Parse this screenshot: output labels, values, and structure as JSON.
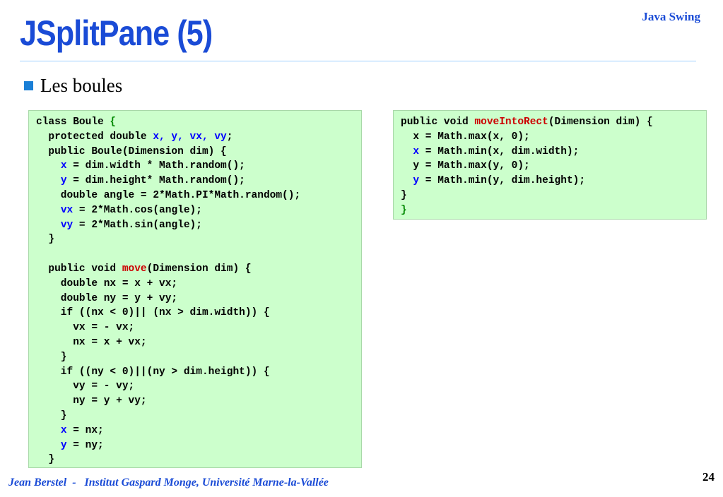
{
  "header": {
    "title": "JSplitPane (5)",
    "course": "Java Swing"
  },
  "bullet": {
    "text": "Les boules"
  },
  "code_left": [
    [
      {
        "t": "class Boule ",
        "c": "plain"
      },
      {
        "t": "{",
        "c": "kw-green"
      }
    ],
    [
      {
        "t": "  protected double ",
        "c": "plain"
      },
      {
        "t": "x, y, vx, vy",
        "c": "kw-blue"
      },
      {
        "t": ";",
        "c": "plain"
      }
    ],
    [
      {
        "t": "  public Boule(Dimension dim) {",
        "c": "plain"
      }
    ],
    [
      {
        "t": "    ",
        "c": "plain"
      },
      {
        "t": "x",
        "c": "kw-blue"
      },
      {
        "t": " = dim.width * Math.random();",
        "c": "plain"
      }
    ],
    [
      {
        "t": "    ",
        "c": "plain"
      },
      {
        "t": "y",
        "c": "kw-blue"
      },
      {
        "t": " = dim.height* Math.random();",
        "c": "plain"
      }
    ],
    [
      {
        "t": "    double angle = 2*Math.PI*Math.random();",
        "c": "plain"
      }
    ],
    [
      {
        "t": "    ",
        "c": "plain"
      },
      {
        "t": "vx",
        "c": "kw-blue"
      },
      {
        "t": " = 2*Math.cos(angle);",
        "c": "plain"
      }
    ],
    [
      {
        "t": "    ",
        "c": "plain"
      },
      {
        "t": "vy",
        "c": "kw-blue"
      },
      {
        "t": " = 2*Math.sin(angle);",
        "c": "plain"
      }
    ],
    [
      {
        "t": "  }",
        "c": "plain"
      }
    ],
    [
      {
        "t": "",
        "c": "plain"
      }
    ],
    [
      {
        "t": "  public void ",
        "c": "plain"
      },
      {
        "t": "move",
        "c": "kw-red"
      },
      {
        "t": "(Dimension dim) {",
        "c": "plain"
      }
    ],
    [
      {
        "t": "    double nx = x + vx;",
        "c": "plain"
      }
    ],
    [
      {
        "t": "    double ny = y + vy;",
        "c": "plain"
      }
    ],
    [
      {
        "t": "    if ((nx < 0)|| (nx > dim.width)) {",
        "c": "plain"
      }
    ],
    [
      {
        "t": "      vx = - vx;",
        "c": "plain"
      }
    ],
    [
      {
        "t": "      nx = x + vx;",
        "c": "plain"
      }
    ],
    [
      {
        "t": "    }",
        "c": "plain"
      }
    ],
    [
      {
        "t": "    if ((ny < 0)||(ny > dim.height)) {",
        "c": "plain"
      }
    ],
    [
      {
        "t": "      vy = - vy;",
        "c": "plain"
      }
    ],
    [
      {
        "t": "      ny = y + vy;",
        "c": "plain"
      }
    ],
    [
      {
        "t": "    }",
        "c": "plain"
      }
    ],
    [
      {
        "t": "    ",
        "c": "plain"
      },
      {
        "t": "x",
        "c": "kw-blue"
      },
      {
        "t": " = nx;",
        "c": "plain"
      }
    ],
    [
      {
        "t": "    ",
        "c": "plain"
      },
      {
        "t": "y",
        "c": "kw-blue"
      },
      {
        "t": " = ny;",
        "c": "plain"
      }
    ],
    [
      {
        "t": "  }",
        "c": "plain"
      }
    ]
  ],
  "code_right": [
    [
      {
        "t": "public void ",
        "c": "plain"
      },
      {
        "t": "moveIntoRect",
        "c": "kw-red"
      },
      {
        "t": "(Dimension dim) {",
        "c": "plain"
      }
    ],
    [
      {
        "t": "  x = Math.max(x, 0);",
        "c": "plain"
      }
    ],
    [
      {
        "t": "  ",
        "c": "plain"
      },
      {
        "t": "x",
        "c": "kw-blue"
      },
      {
        "t": " = Math.min(x, dim.width);",
        "c": "plain"
      }
    ],
    [
      {
        "t": "  y = Math.max(y, 0);",
        "c": "plain"
      }
    ],
    [
      {
        "t": "  ",
        "c": "plain"
      },
      {
        "t": "y",
        "c": "kw-blue"
      },
      {
        "t": " = Math.min(y, dim.height);",
        "c": "plain"
      }
    ],
    [
      {
        "t": "}",
        "c": "plain"
      }
    ],
    [
      {
        "t": "}",
        "c": "kw-green"
      }
    ]
  ],
  "footer": {
    "author": "Jean Berstel  -   Institut Gaspard Monge, Université Marne-la-Vallée",
    "page_number": "24"
  },
  "colors": {
    "title_blue": "#1a4bd6",
    "code_background": "#ccffcc",
    "keyword_blue": "#0000ff",
    "keyword_red": "#cc0000",
    "keyword_green": "#008800",
    "rule": "#9ed0ff"
  }
}
